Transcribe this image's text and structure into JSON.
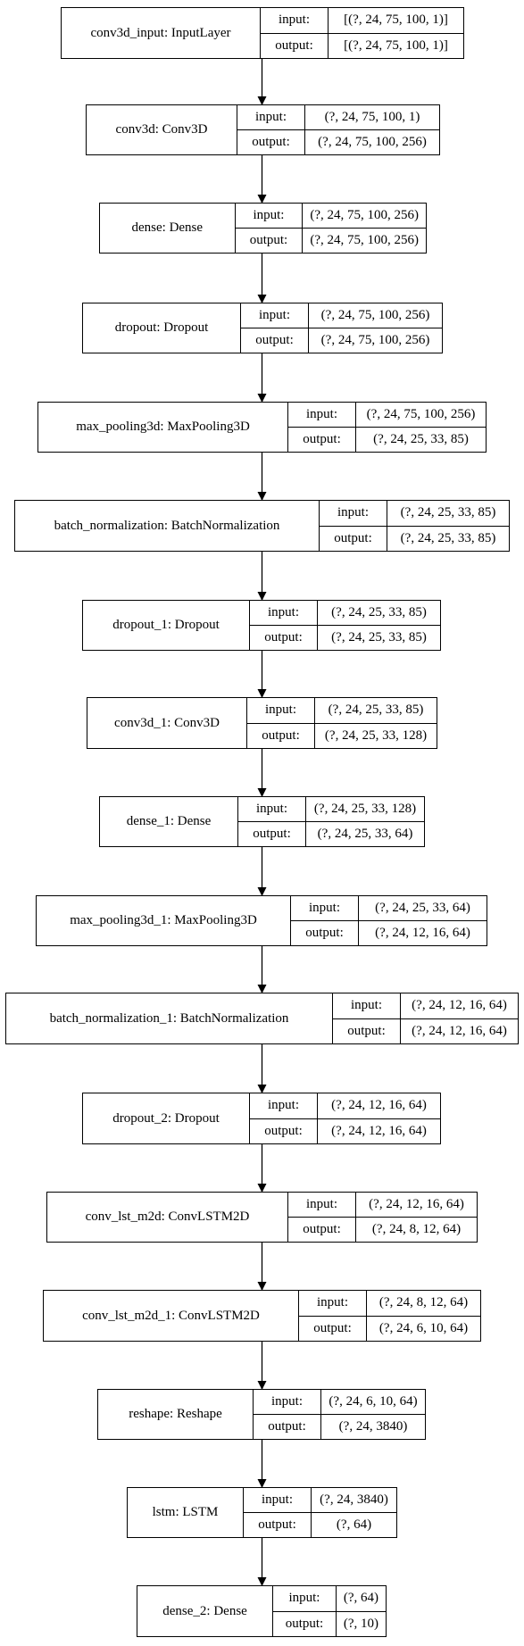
{
  "layers": [
    {
      "name": "conv3d_input: InputLayer",
      "input_label": "input:",
      "output_label": "output:",
      "input": "[(?, 24, 75, 100, 1)]",
      "output": "[(?, 24, 75, 100, 1)]"
    },
    {
      "name": "conv3d: Conv3D",
      "input_label": "input:",
      "output_label": "output:",
      "input": "(?, 24, 75, 100, 1)",
      "output": "(?, 24, 75, 100, 256)"
    },
    {
      "name": "dense: Dense",
      "input_label": "input:",
      "output_label": "output:",
      "input": "(?, 24, 75, 100, 256)",
      "output": "(?, 24, 75, 100, 256)"
    },
    {
      "name": "dropout: Dropout",
      "input_label": "input:",
      "output_label": "output:",
      "input": "(?, 24, 75, 100, 256)",
      "output": "(?, 24, 75, 100, 256)"
    },
    {
      "name": "max_pooling3d: MaxPooling3D",
      "input_label": "input:",
      "output_label": "output:",
      "input": "(?, 24, 75, 100, 256)",
      "output": "(?, 24, 25, 33, 85)"
    },
    {
      "name": "batch_normalization: BatchNormalization",
      "input_label": "input:",
      "output_label": "output:",
      "input": "(?, 24, 25, 33, 85)",
      "output": "(?, 24, 25, 33, 85)"
    },
    {
      "name": "dropout_1: Dropout",
      "input_label": "input:",
      "output_label": "output:",
      "input": "(?, 24, 25, 33, 85)",
      "output": "(?, 24, 25, 33, 85)"
    },
    {
      "name": "conv3d_1: Conv3D",
      "input_label": "input:",
      "output_label": "output:",
      "input": "(?, 24, 25, 33, 85)",
      "output": "(?, 24, 25, 33, 128)"
    },
    {
      "name": "dense_1: Dense",
      "input_label": "input:",
      "output_label": "output:",
      "input": "(?, 24, 25, 33, 128)",
      "output": "(?, 24, 25, 33, 64)"
    },
    {
      "name": "max_pooling3d_1: MaxPooling3D",
      "input_label": "input:",
      "output_label": "output:",
      "input": "(?, 24, 25, 33, 64)",
      "output": "(?, 24, 12, 16, 64)"
    },
    {
      "name": "batch_normalization_1: BatchNormalization",
      "input_label": "input:",
      "output_label": "output:",
      "input": "(?, 24, 12, 16, 64)",
      "output": "(?, 24, 12, 16, 64)"
    },
    {
      "name": "dropout_2: Dropout",
      "input_label": "input:",
      "output_label": "output:",
      "input": "(?, 24, 12, 16, 64)",
      "output": "(?, 24, 12, 16, 64)"
    },
    {
      "name": "conv_lst_m2d: ConvLSTM2D",
      "input_label": "input:",
      "output_label": "output:",
      "input": "(?, 24, 12, 16, 64)",
      "output": "(?, 24, 8, 12, 64)"
    },
    {
      "name": "conv_lst_m2d_1: ConvLSTM2D",
      "input_label": "input:",
      "output_label": "output:",
      "input": "(?, 24, 8, 12, 64)",
      "output": "(?, 24, 6, 10, 64)"
    },
    {
      "name": "reshape: Reshape",
      "input_label": "input:",
      "output_label": "output:",
      "input": "(?, 24, 6, 10, 64)",
      "output": "(?, 24, 3840)"
    },
    {
      "name": "lstm: LSTM",
      "input_label": "input:",
      "output_label": "output:",
      "input": "(?, 24, 3840)",
      "output": "(?, 64)"
    },
    {
      "name": "dense_2: Dense",
      "input_label": "input:",
      "output_label": "output:",
      "input": "(?, 64)",
      "output": "(?, 10)"
    }
  ]
}
